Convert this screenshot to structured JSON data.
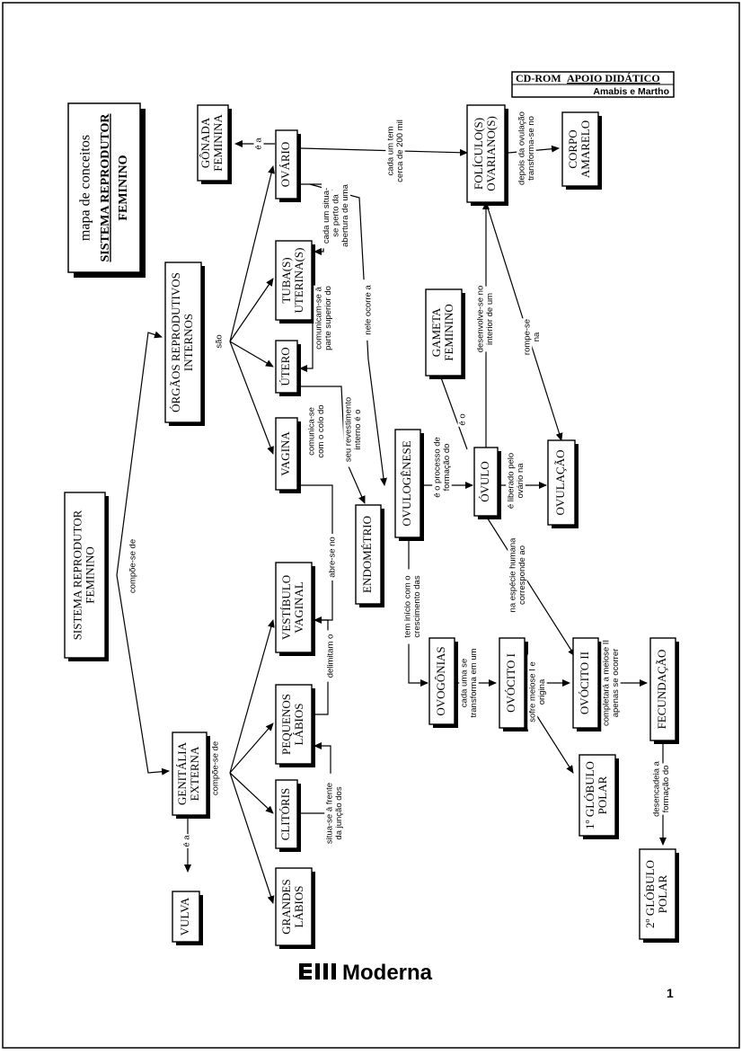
{
  "header": {
    "brand": "CD-ROM",
    "brand_tail": "APOIO DIDÁTICO",
    "authors": "Amabis e Martho"
  },
  "title": {
    "line1": "mapa de conceitos",
    "line2": "SISTEMA REPRODUTOR",
    "line3": "FEMININO"
  },
  "nodes": {
    "sistema": [
      "SISTEMA REPRODUTOR",
      "FEMININO"
    ],
    "orgaos": [
      "ÓRGÃOS REPRODUTIVOS",
      "INTERNOS"
    ],
    "genitalia": [
      "GENITÁLIA",
      "EXTERNA"
    ],
    "vulva": [
      "VULVA"
    ],
    "gonada": [
      "GÔNADA",
      "FEMININA"
    ],
    "ovario": [
      "OVÁRIO"
    ],
    "tuba": [
      "TUBA(S)",
      "UTERINA(S)"
    ],
    "utero": [
      "ÚTERO"
    ],
    "vagina": [
      "VAGINA"
    ],
    "vestibulo": [
      "VESTÍBULO",
      "VAGINAL"
    ],
    "pequenos": [
      "PEQUENOS",
      "LÁBIOS"
    ],
    "clitoris": [
      "CLITÓRIS"
    ],
    "grandes": [
      "GRANDES",
      "LÁBIOS"
    ],
    "endometrio": [
      "ENDOMÉTRIO"
    ],
    "ovulogenese": [
      "OVULOGÊNESE"
    ],
    "gameta": [
      "GAMETA",
      "FEMININO"
    ],
    "ovulo": [
      "ÓVULO"
    ],
    "foliculos": [
      "FOLÍCULO(S)",
      "OVARIANO(S)"
    ],
    "corpo": [
      "CORPO",
      "AMARELO"
    ],
    "ovulacao": [
      "OVULAÇÃO"
    ],
    "ovogonias": [
      "OVOGÔNIAS"
    ],
    "ovocito1": [
      "OVÓCITO I"
    ],
    "ovocito2": [
      "OVÓCITO II"
    ],
    "fecundacao": [
      "FECUNDAÇÃO"
    ],
    "globulo1": [
      "1º GLÓBULO",
      "POLAR"
    ],
    "globulo2": [
      "2º GLÓBULO",
      "POLAR"
    ]
  },
  "links": {
    "compoe_de": "compõe-se de",
    "sao": "são",
    "e_a_vulva": "é a",
    "compoe_de_2": "compõe-se de",
    "e_a_gonada": "é a",
    "cada_um_tem": [
      "cada um tem",
      "cerca de 200 mil"
    ],
    "depois_ovulacao": [
      "depois da ovulação",
      "transforma-se no"
    ],
    "situa_perto": [
      "cada um situa-",
      "se perto da",
      "abertura de uma"
    ],
    "comunicam": [
      "comunicam-se à",
      "parte superior do"
    ],
    "nele_ocorre": "nele ocorre a",
    "comunica_colo": [
      "comunica-se",
      "com o colo do"
    ],
    "revestimento": [
      "seu revestimento",
      "interno é o"
    ],
    "abre_se": "abre-se no",
    "delimitam": "delimitam o",
    "situa_frente": [
      "situa-se à frente",
      "da junção dos"
    ],
    "processo": [
      "é o processo de",
      "formação do"
    ],
    "e_o": "é o",
    "desenvolve": [
      "desenvolve-se no",
      "interior de um"
    ],
    "rompe": [
      "rompe-se",
      "na"
    ],
    "liberado": [
      "é liberado pelo",
      "ovário na"
    ],
    "especie": [
      "na espécie humana",
      "corresponde ao"
    ],
    "tem_inicio": [
      "tem início com o",
      "crescimento das"
    ],
    "cada_uma": [
      "cada uma se",
      "transforma em um"
    ],
    "sofre_meiose": [
      "sofre meiose I e",
      "origina"
    ],
    "completara": [
      "completará a meiose II",
      "apenas se ocorrer"
    ],
    "desencadeia": [
      "desencadeia a",
      "formação do"
    ]
  },
  "footer": {
    "publisher": "Moderna",
    "page": "1"
  }
}
